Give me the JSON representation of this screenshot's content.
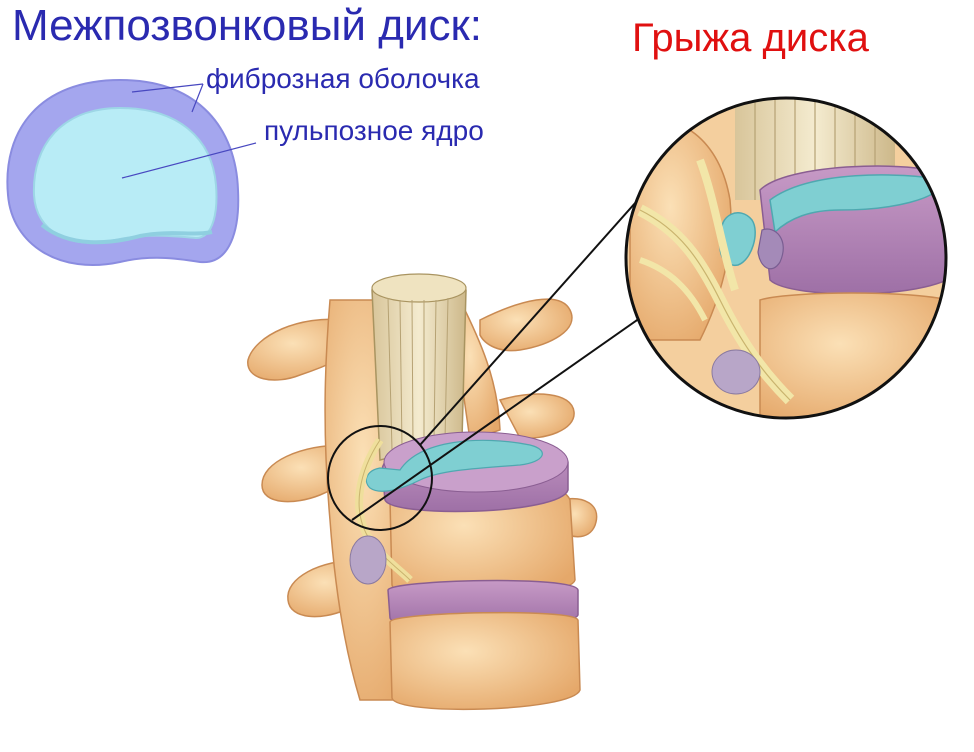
{
  "titles": {
    "left": "Межпозвонковый диск:",
    "right": "Грыжа диска"
  },
  "labels": {
    "fibrous": "фиброзная оболочка",
    "nucleus": "пульпозное ядро"
  },
  "colors": {
    "title_blue": "#2a2ab0",
    "title_red": "#e01010",
    "annulus": "#a4a6ee",
    "nucleus": "#b8ecf6",
    "bone": "#f2c48e",
    "disc": "#b889b8",
    "herniation": "#7fcfd2"
  }
}
